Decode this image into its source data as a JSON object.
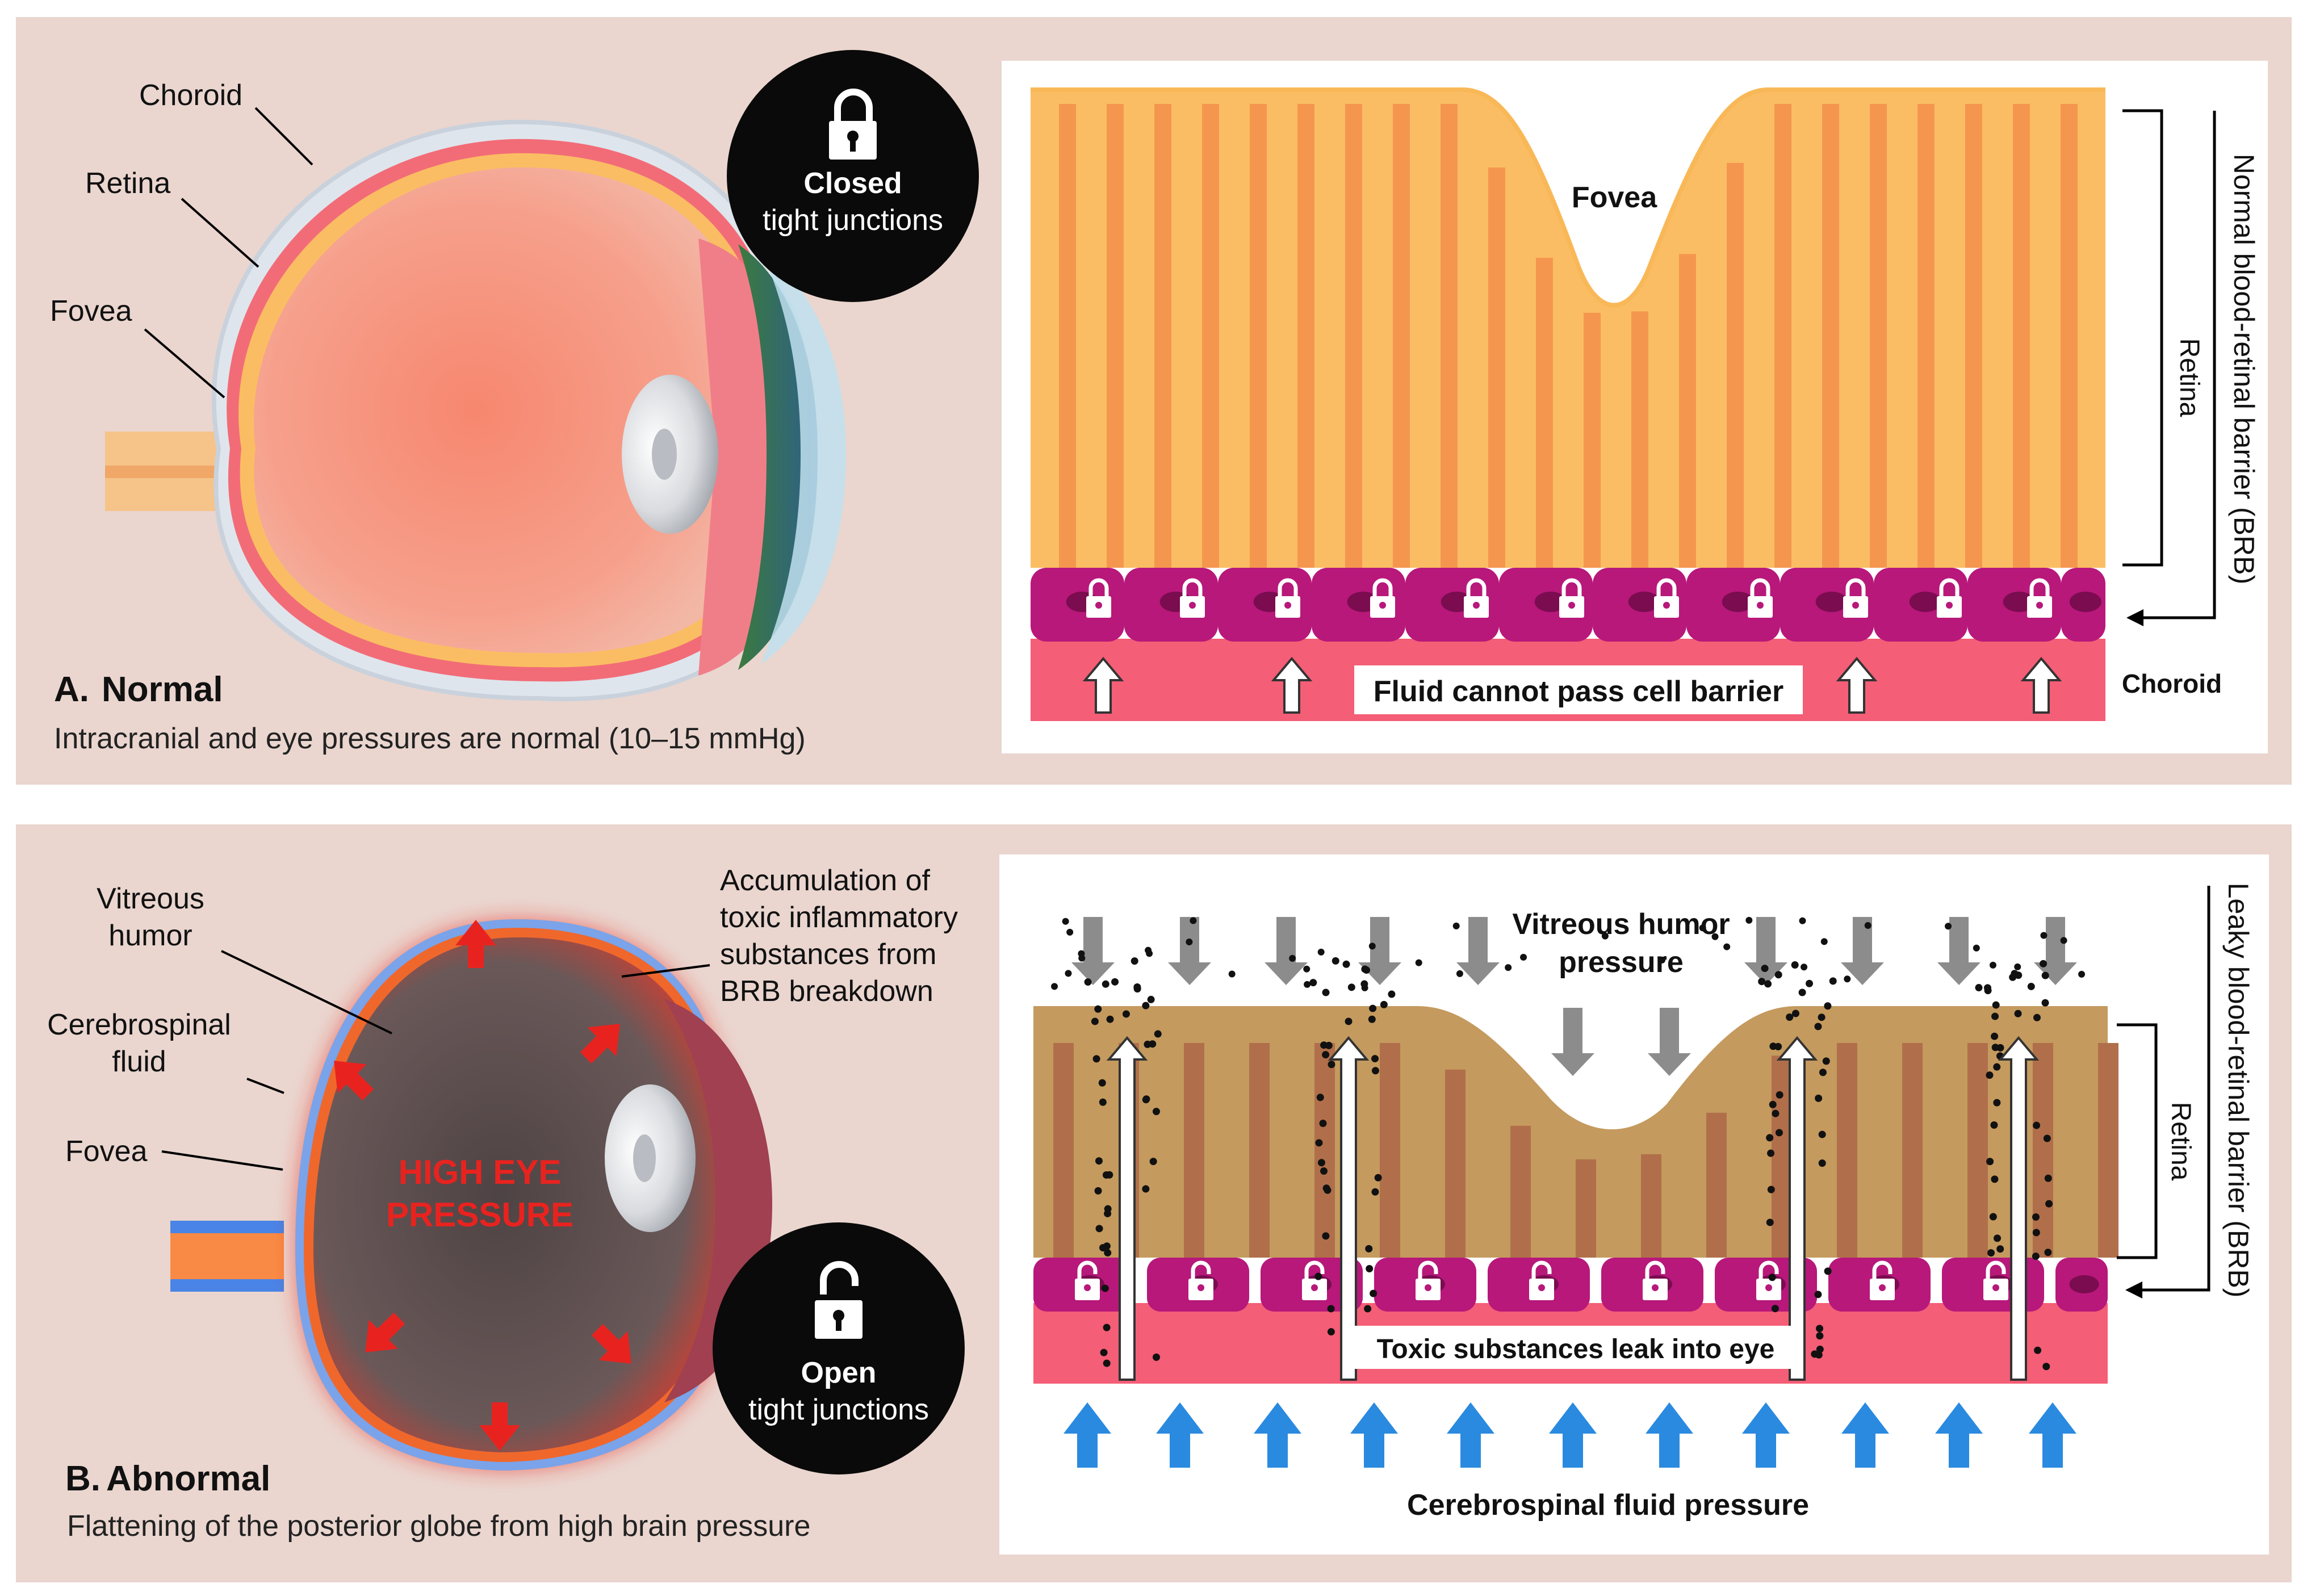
{
  "panel_a": {
    "title_letter": "A.",
    "title": "Normal",
    "caption": "Intracranial and eye pressures are normal (10–15 mmHg)",
    "eye_labels": {
      "choroid": "Choroid",
      "retina": "Retina",
      "fovea": "Fovea"
    },
    "junction_badge": {
      "state": "Closed",
      "label": "tight junctions",
      "icon": "lock-closed-icon"
    },
    "diagram": {
      "fovea_label": "Fovea",
      "barrier_message": "Fluid cannot pass cell barrier",
      "choroid_label": "Choroid",
      "retina_bracket": "Retina",
      "brb_label": "Normal blood-retinal barrier (BRB)"
    }
  },
  "panel_b": {
    "title_letter": "B.",
    "title": "Abnormal",
    "caption": "Flattening of the posterior globe from high brain pressure",
    "eye_labels": {
      "vitreous_line1": "Vitreous",
      "vitreous_line2": "humor",
      "csf_line1": "Cerebrospinal",
      "csf_line2": "fluid",
      "fovea": "Fovea",
      "accumulation_lines": [
        "Accumulation of",
        "toxic inflammatory",
        "substances from",
        "BRB breakdown"
      ],
      "pressure_line1": "HIGH EYE",
      "pressure_line2": "PRESSURE"
    },
    "junction_badge": {
      "state": "Open",
      "label": "tight junctions",
      "icon": "lock-open-icon"
    },
    "diagram": {
      "vitreous_line1": "Vitreous humor",
      "vitreous_line2": "pressure",
      "leak_message": "Toxic substances leak into eye",
      "csf_pressure_label": "Cerebrospinal fluid pressure",
      "retina_bracket": "Retina",
      "brb_label": "Leaky blood-retinal barrier (BRB)"
    }
  },
  "colors": {
    "panel_bg": "#ead6cf",
    "retina_orange": "#fbbd63",
    "retina_stripe": "#f5964f",
    "leaky_retina": "#c49a5e",
    "leaky_stripe": "#b06f4a",
    "epithelium": "#b7187a",
    "choroid_pink": "#f45e76",
    "csf_blue": "#2a8ae0",
    "pressure_red": "#e8231f",
    "arrow_gray": "#8c8c8c"
  }
}
